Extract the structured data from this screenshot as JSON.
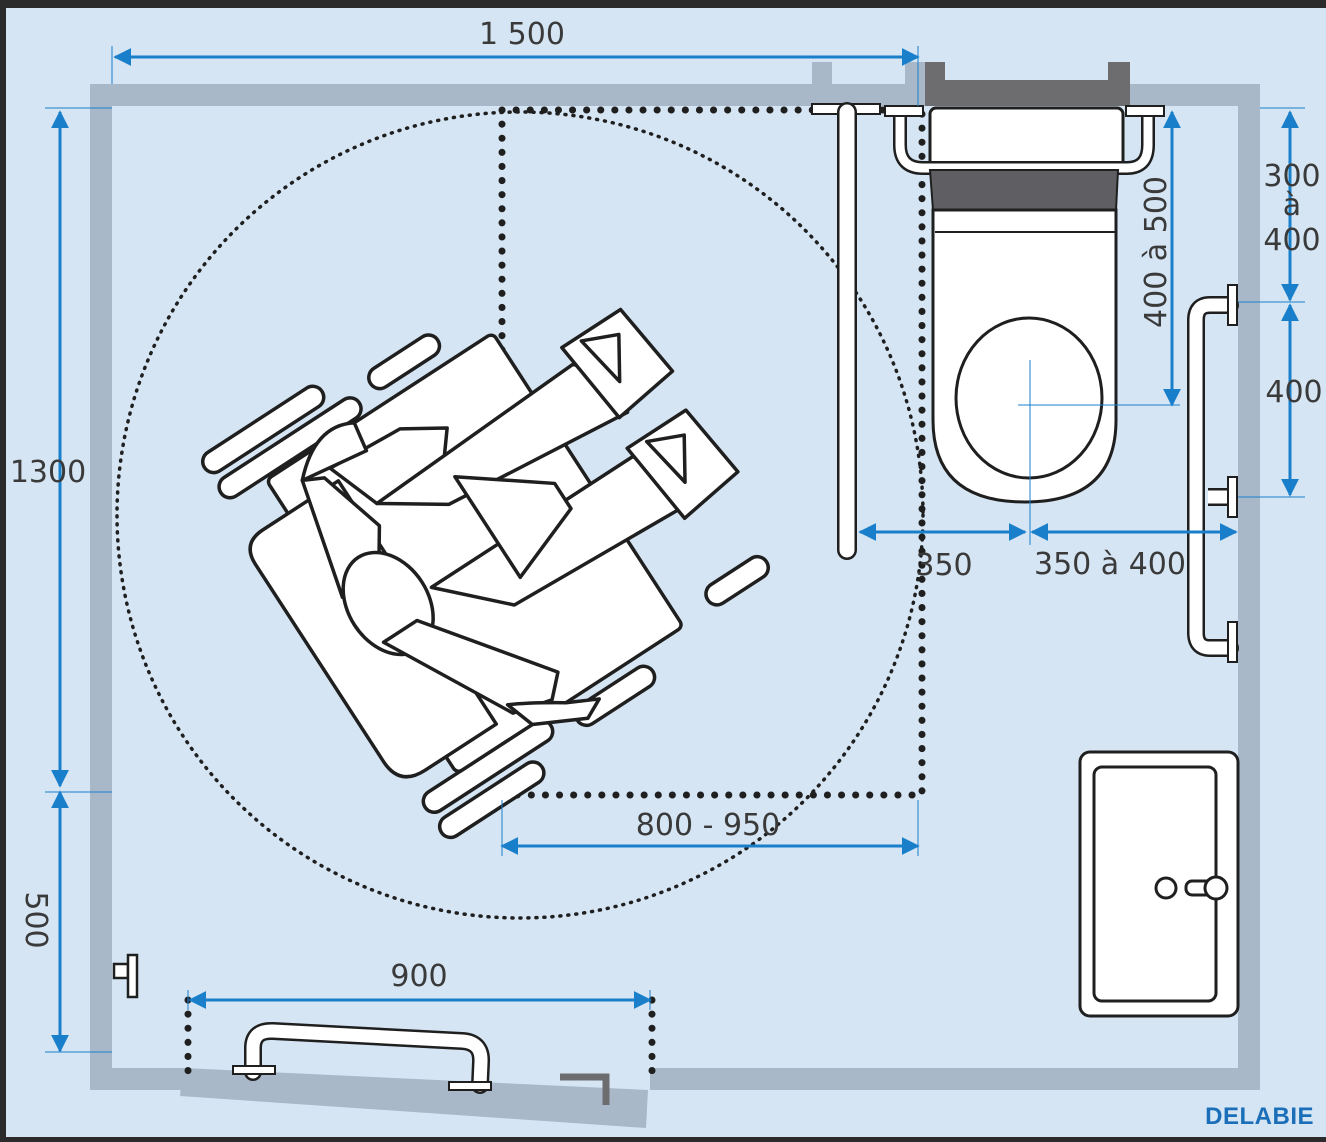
{
  "dimensions": {
    "room_width": "1 500",
    "room_depth": "1300",
    "door_offset": "500",
    "door_width": "900",
    "transfer_zone": "800 - 950",
    "grab_bar_height_line1": "300",
    "grab_bar_height_line2": "à",
    "grab_bar_height_line3": "400",
    "grab_bar_offset": "400 à 500",
    "grab_bar_length": "400",
    "bar_to_axis": "350",
    "axis_to_wall": "350 à 400"
  },
  "brand": "DELABIE",
  "colors": {
    "background": "#d5e5f3",
    "wall": "#a9b8c8",
    "arrow": "#1a7fcb",
    "line": "#1f1f1f",
    "frame": "#2b2b2b",
    "brand": "#1a6fb8"
  },
  "icons": {
    "person": "wheelchair-user-icon",
    "toilet": "toilet-icon",
    "washbasin": "washbasin-icon"
  }
}
